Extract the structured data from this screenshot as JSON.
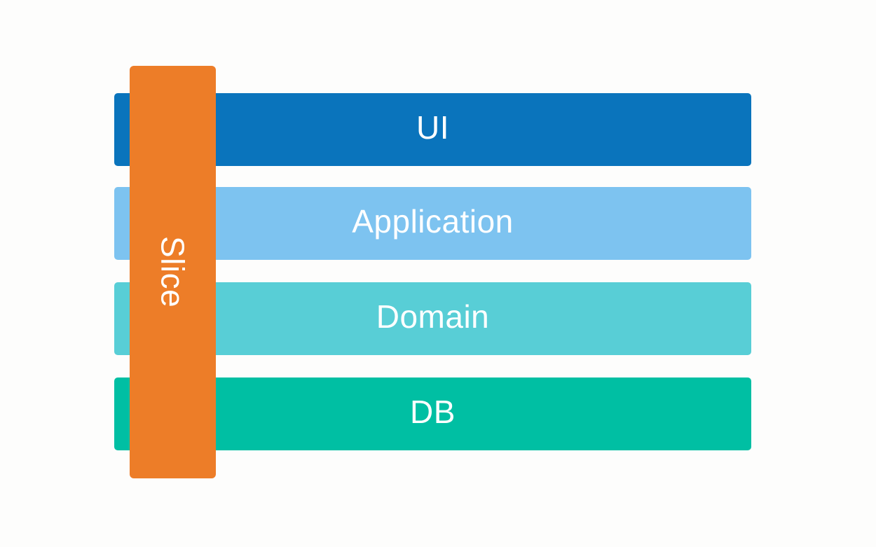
{
  "diagram": {
    "background_color": "#fdfdfc",
    "text_color": "#ffffff",
    "layers": [
      {
        "label": "UI",
        "color": "#0a74bc"
      },
      {
        "label": "Application",
        "color": "#7dc3f0"
      },
      {
        "label": "Domain",
        "color": "#58ced6"
      },
      {
        "label": "DB",
        "color": "#00bfa3"
      }
    ],
    "slice": {
      "label": "Slice",
      "color": "#ed7d28"
    }
  }
}
